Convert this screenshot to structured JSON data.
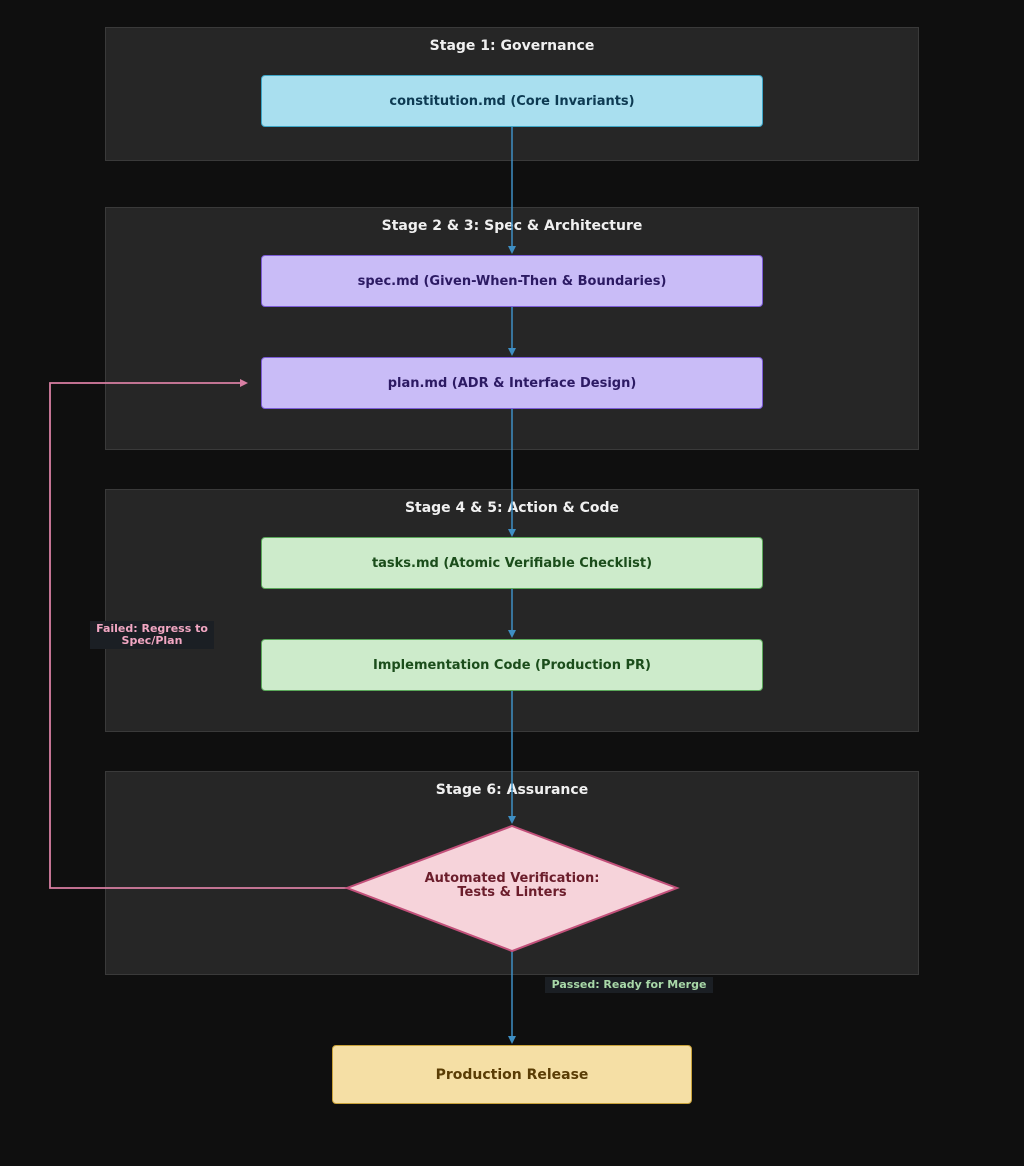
{
  "stages": [
    {
      "title": "Stage 1: Governance"
    },
    {
      "title": "Stage 2 & 3: Spec & Architecture"
    },
    {
      "title": "Stage 4 & 5: Action & Code"
    },
    {
      "title": "Stage 6: Assurance"
    }
  ],
  "nodes": {
    "constitution": "constitution.md (Core Invariants)",
    "spec": "spec.md (Given-When-Then & Boundaries)",
    "plan": "plan.md (ADR & Interface Design)",
    "tasks": "tasks.md (Atomic Verifiable Checklist)",
    "implementation": "Implementation Code (Production PR)",
    "verification_line1": "Automated Verification:",
    "verification_line2": "Tests & Linters",
    "release": "Production Release"
  },
  "edge_labels": {
    "failed_line1": "Failed: Regress to",
    "failed_line2": "Spec/Plan",
    "passed": "Passed: Ready for Merge"
  },
  "colors": {
    "flow_edge": "#3e8fc4",
    "failed_edge": "#d97fa3",
    "failed_label": "#f2a7c3",
    "passed_label": "#a8d8a8",
    "diamond_fill": "#f6d3da",
    "diamond_border": "#c2507a"
  }
}
